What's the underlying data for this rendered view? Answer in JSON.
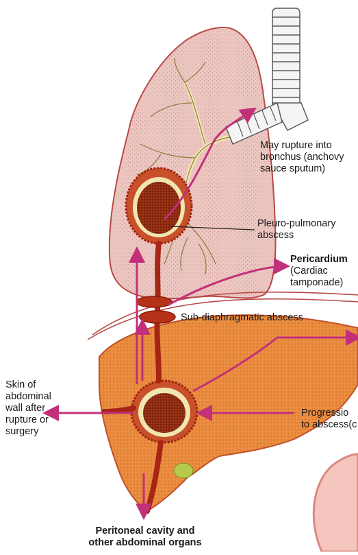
{
  "labels": {
    "bronchus": [
      "May rupture into",
      "bronchus (anchovy",
      "sauce sputum)"
    ],
    "pleuro": [
      "Pleuro-pulmonary",
      "abscess"
    ],
    "pericardium_title": "Pericardium",
    "pericardium_sub": [
      "(Cardiac",
      "tamponade)"
    ],
    "subdiaphragmatic": "Sub-diaphragmatic abscess",
    "skin": [
      "Skin of",
      "abdominal",
      "wall after",
      "rupture or",
      "surgery"
    ],
    "progression": [
      "Progressio",
      "to abscess(c"
    ],
    "peritoneal": [
      "Peritoneal cavity and",
      "other abdominal organs"
    ]
  },
  "colors": {
    "arrow": "#c2307a",
    "lung_fill": "#ecc7c2",
    "lung_outline": "#b74a48",
    "liver_fill": "#e98b3e",
    "liver_outline": "#c0502a",
    "abscess_fill": "#7a2410",
    "bronchi": "#f2e6b0",
    "trachea": "#f4f4f4"
  }
}
